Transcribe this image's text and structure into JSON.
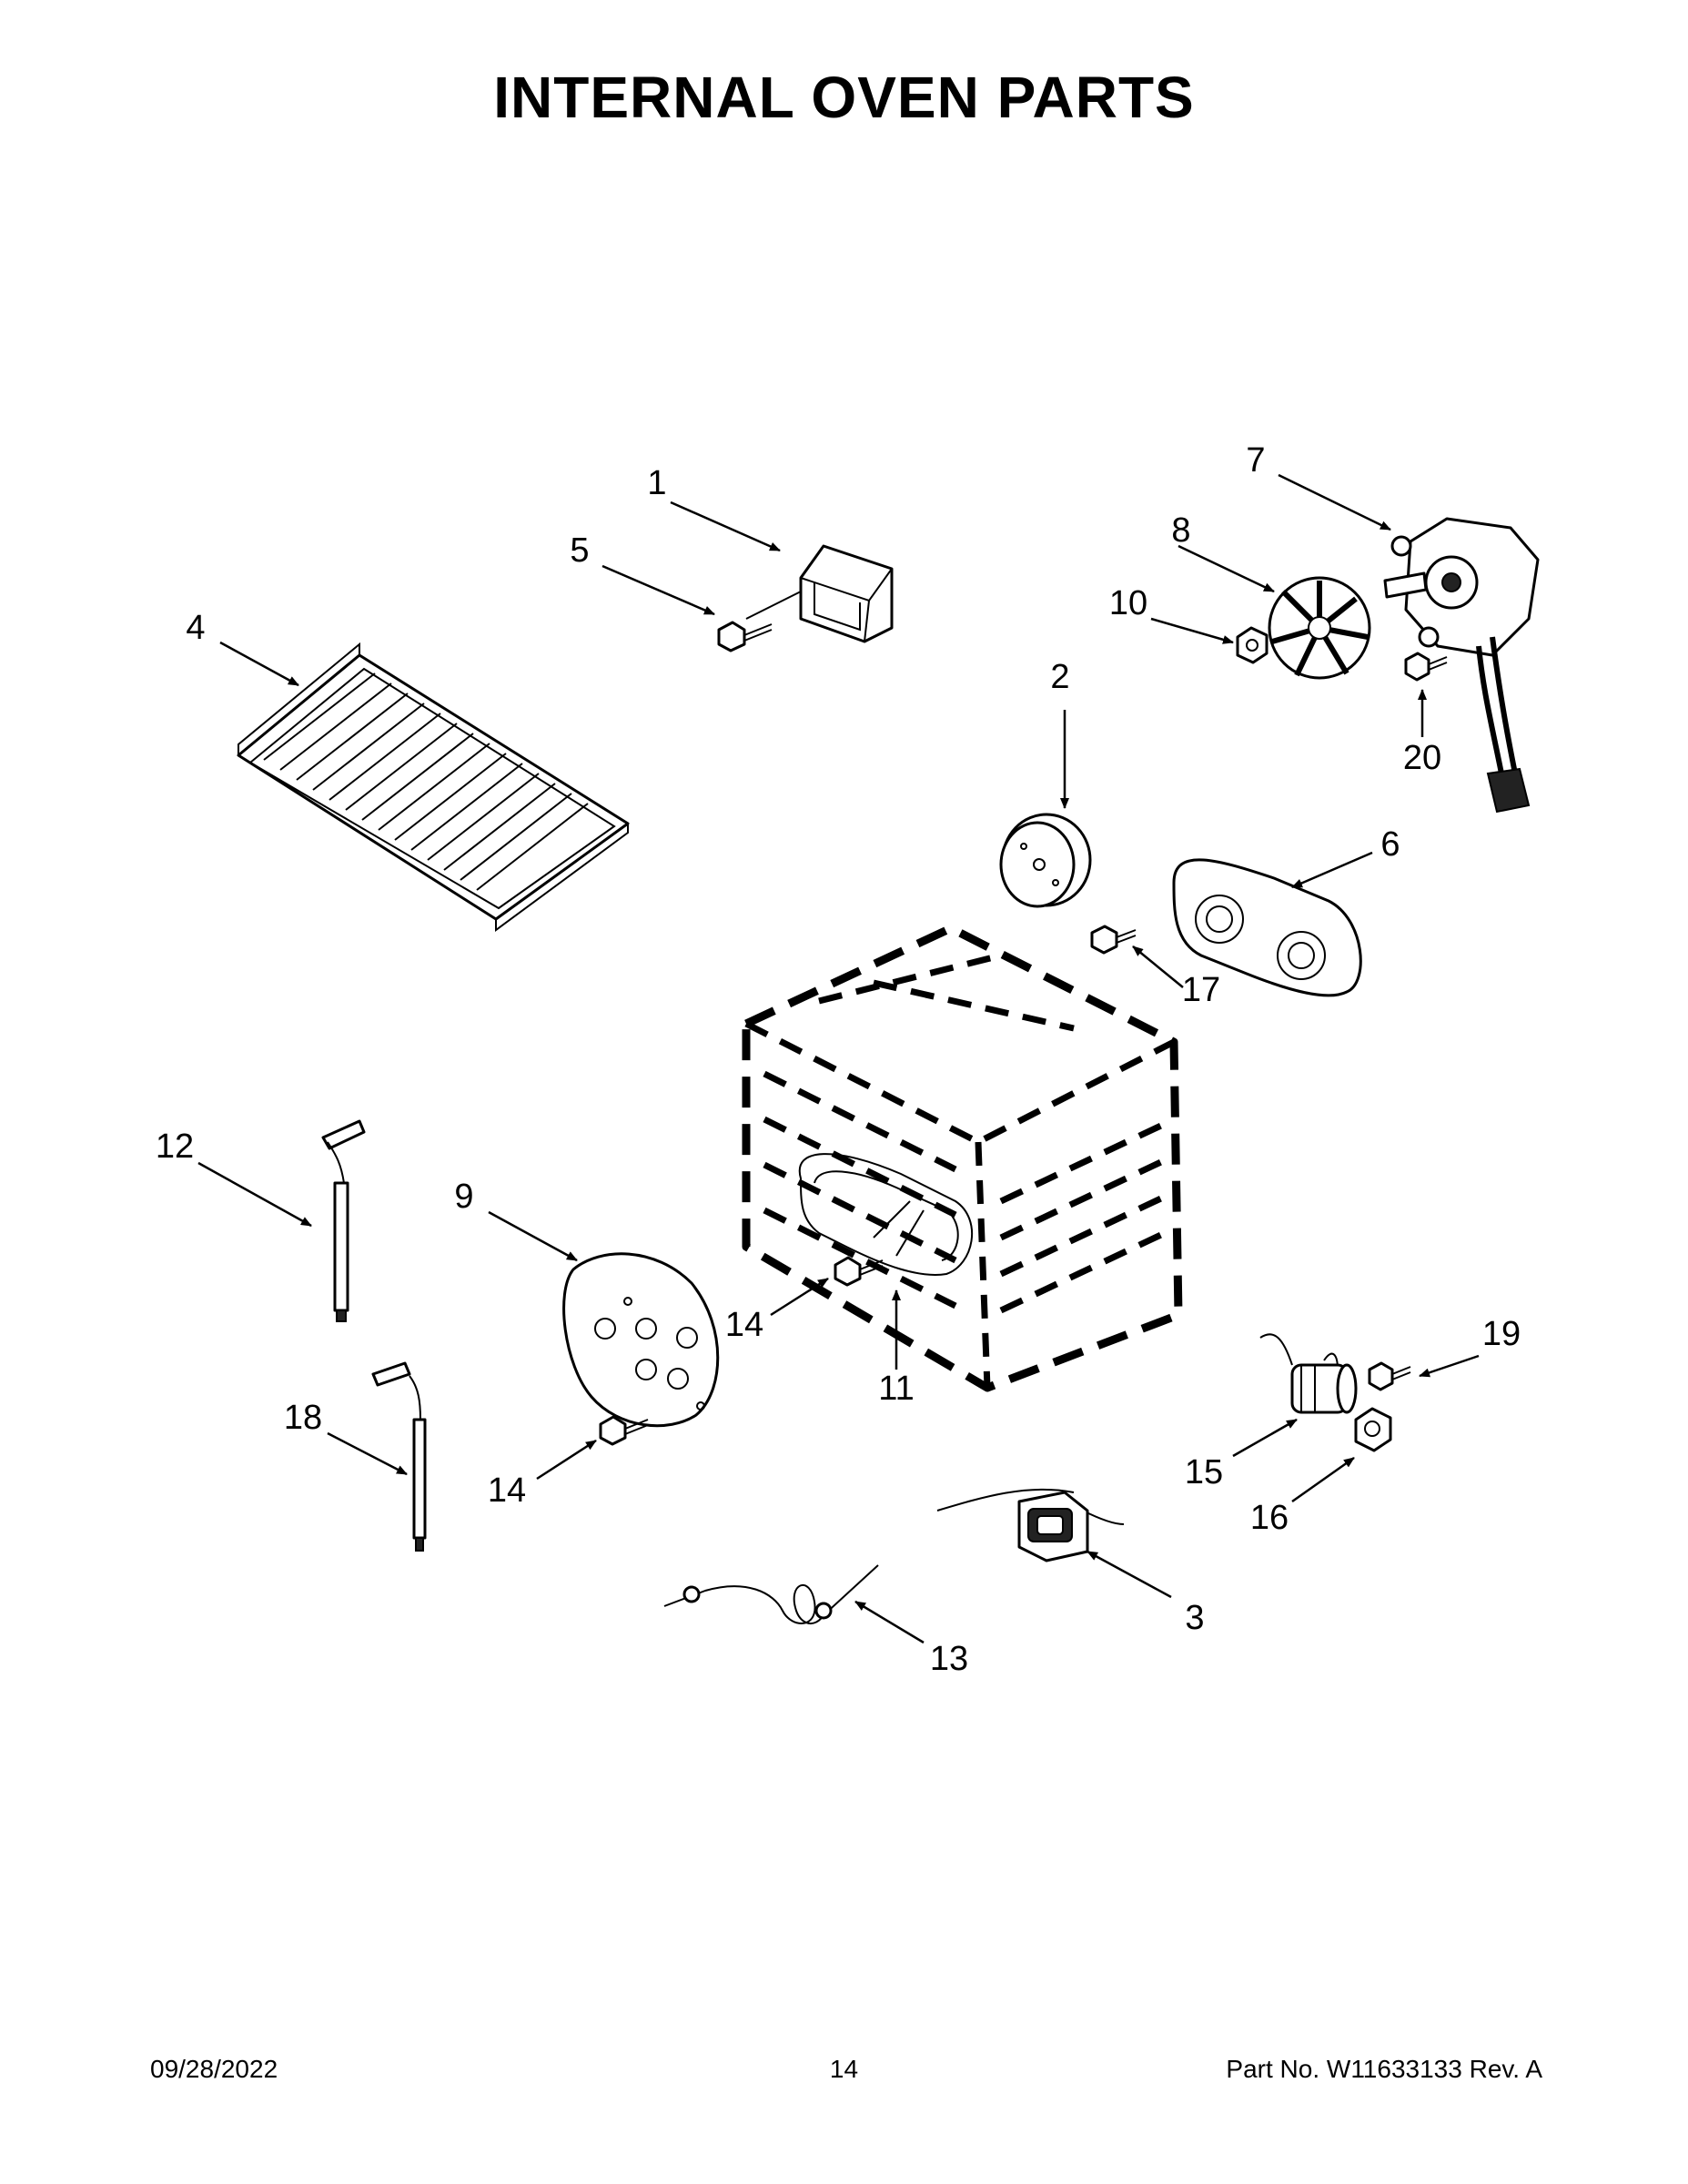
{
  "title": "INTERNAL OVEN PARTS",
  "callouts": {
    "c1": "1",
    "c2": "2",
    "c3": "3",
    "c4": "4",
    "c5": "5",
    "c6": "6",
    "c7": "7",
    "c8": "8",
    "c9": "9",
    "c10": "10",
    "c11": "11",
    "c12": "12",
    "c13": "13",
    "c14a": "14",
    "c14b": "14",
    "c15": "15",
    "c16": "16",
    "c17": "17",
    "c18": "18",
    "c19": "19",
    "c20": "20"
  },
  "footer": {
    "date": "09/28/2022",
    "page": "14",
    "part_no": "Part No.  W11633133  Rev.  A"
  }
}
